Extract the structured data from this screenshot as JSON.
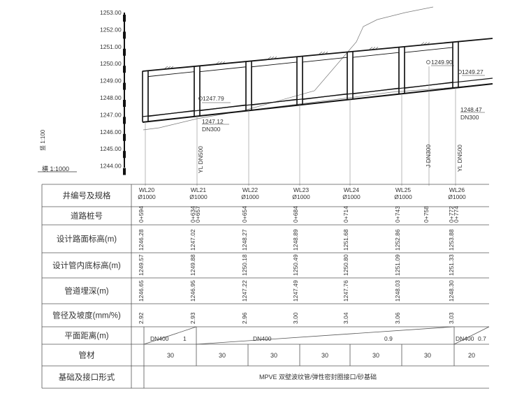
{
  "scale": {
    "vertical": "竖 1:100",
    "horizontal": "横 1:1000",
    "elevation_ticks": [
      "1253.00",
      "1252.00",
      "1251.00",
      "1250.00",
      "1249.00",
      "1248.00",
      "1247.00",
      "1246.00",
      "1245.00",
      "1244.00"
    ]
  },
  "annotations": {
    "invert_left": "1247.79",
    "invert_left_2": "1247.12",
    "pipe_left": "DN300",
    "invert_right": "1249.27",
    "invert_right_2": "1248.47",
    "pipe_right": "DN300",
    "side_top": "1249.90",
    "branch_1": "YL DN500",
    "branch_2": "J DN300",
    "branch_3": "YL DN500"
  },
  "table": {
    "row_labels": [
      "井编号及规格",
      "道路桩号",
      "设计路面标高(m)",
      "设计管内底标高(m)",
      "管道埋深(m)",
      "管径及坡度(mm/%)",
      "平面距离(m)",
      "管材",
      "基础及接口形式"
    ],
    "wells": [
      {
        "id": "WL20",
        "size": "Ø1000",
        "station": "0+594",
        "road": "1246.28",
        "invert": "1249.57",
        "depth": "1246.65",
        "slope": "2.92"
      },
      {
        "id": "WL21",
        "size": "Ø1000",
        "station": "0+634\n0+657",
        "road": "1247.02",
        "invert": "1249.88",
        "depth": "1246.95",
        "slope": "2.93"
      },
      {
        "id": "WL22",
        "size": "Ø1000",
        "station": "0+654",
        "road": "1248.27",
        "invert": "1250.18",
        "depth": "1247.22",
        "slope": "2.96"
      },
      {
        "id": "WL23",
        "size": "Ø1000",
        "station": "0+684",
        "road": "1248.89",
        "invert": "1250.49",
        "depth": "1247.49",
        "slope": "3.00"
      },
      {
        "id": "WL24",
        "size": "Ø1000",
        "station": "0+714",
        "road": "1251.68",
        "invert": "1250.80",
        "depth": "1247.76",
        "slope": "3.04"
      },
      {
        "id": "WL25",
        "size": "Ø1000",
        "station": "0+743",
        "road": "1252.86",
        "invert": "1251.09",
        "depth": "1248.03",
        "slope": "3.06"
      },
      {
        "id": "WL26",
        "size": "Ø1000",
        "station": "0+772\n0+774",
        "road": "1253.88",
        "invert": "1251.33",
        "depth": "1248.30",
        "slope": "3.03"
      }
    ],
    "extra_station": "0+758",
    "slope_segments": [
      {
        "dn": "DN400",
        "slope": "1"
      },
      {
        "dn": "DN400",
        "slope": "0.9"
      },
      {
        "dn": "DN400",
        "slope": "0.7"
      }
    ],
    "distances": [
      "30",
      "30",
      "30",
      "30",
      "30",
      "30",
      "20"
    ],
    "foundation": "MPVE 双壁波纹管/弹性密封圈接口/砂基础"
  }
}
